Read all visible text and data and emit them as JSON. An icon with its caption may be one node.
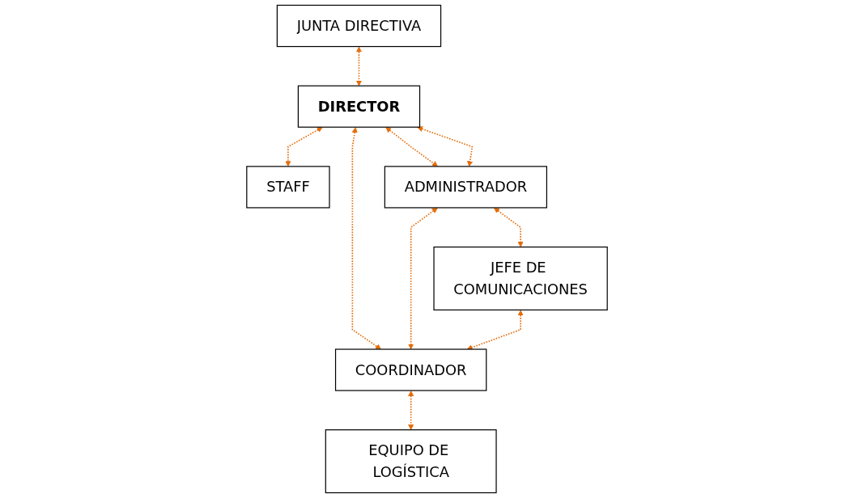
{
  "diagram": {
    "nodes": [
      {
        "text": [
          "JUNTA DIRECTIVA"
        ]
      },
      {
        "text": [
          "DIRECTOR"
        ]
      },
      {
        "text": [
          "STAFF"
        ]
      },
      {
        "text": [
          "ADMINISTRADOR"
        ]
      },
      {
        "text": [
          "JEFE DE COMUNICACIONES"
        ]
      },
      {
        "text": [
          "COORDINADOR"
        ]
      },
      {
        "text": [
          "EQUIPO DE LOGÍSTICA"
        ]
      }
    ],
    "edges": [
      {
        "from": 0,
        "to": 1,
        "arrow": "both",
        "style": "dashed"
      },
      {
        "from": 1,
        "to": 2,
        "arrow": "both",
        "style": "dashed"
      },
      {
        "from": 1,
        "to": 3,
        "arrow": "both",
        "style": "dashed"
      },
      {
        "from": 1,
        "to": 3,
        "arrow": "both",
        "style": "dashed"
      },
      {
        "from": 1,
        "to": 5,
        "arrow": "both",
        "style": "dashed"
      },
      {
        "from": 3,
        "to": 5,
        "arrow": "both",
        "style": "dashed"
      },
      {
        "from": 3,
        "to": 4,
        "arrow": "both",
        "style": "dashed"
      },
      {
        "from": 4,
        "to": 5,
        "arrow": "both",
        "style": "dashed"
      },
      {
        "from": 5,
        "to": 6,
        "arrow": "both",
        "style": "dashed"
      }
    ]
  }
}
